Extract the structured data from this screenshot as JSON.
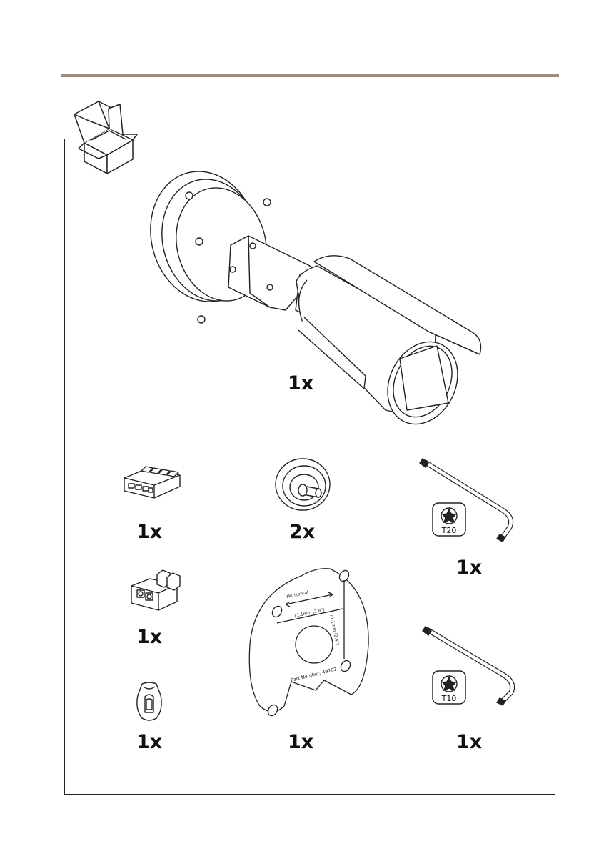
{
  "items": [
    {
      "id": "camera",
      "quantity": "1x",
      "icon": "bullet-camera-icon"
    },
    {
      "id": "connector-4pin",
      "quantity": "1x",
      "icon": "terminal-block-connector-icon"
    },
    {
      "id": "cable-gasket",
      "quantity": "2x",
      "icon": "cable-gasket-icon"
    },
    {
      "id": "key-t20",
      "quantity": "1x",
      "icon": "torx-key-icon",
      "label": "T20"
    },
    {
      "id": "connector-2pin",
      "quantity": "1x",
      "icon": "two-pin-connector-icon"
    },
    {
      "id": "drill-template",
      "quantity": "1x",
      "icon": "drill-template-icon",
      "template_text": [
        "Horizontal",
        "71.1mm (2.8\")",
        "71.1mm (2.8\")",
        "Part Number: 49202"
      ]
    },
    {
      "id": "key-t10",
      "quantity": "1x",
      "icon": "torx-key-icon",
      "label": "T10"
    },
    {
      "id": "cable-cover",
      "quantity": "1x",
      "icon": "cable-cover-icon"
    }
  ],
  "colors": {
    "accent_rule": "#a08e7c",
    "line": "#222222"
  }
}
